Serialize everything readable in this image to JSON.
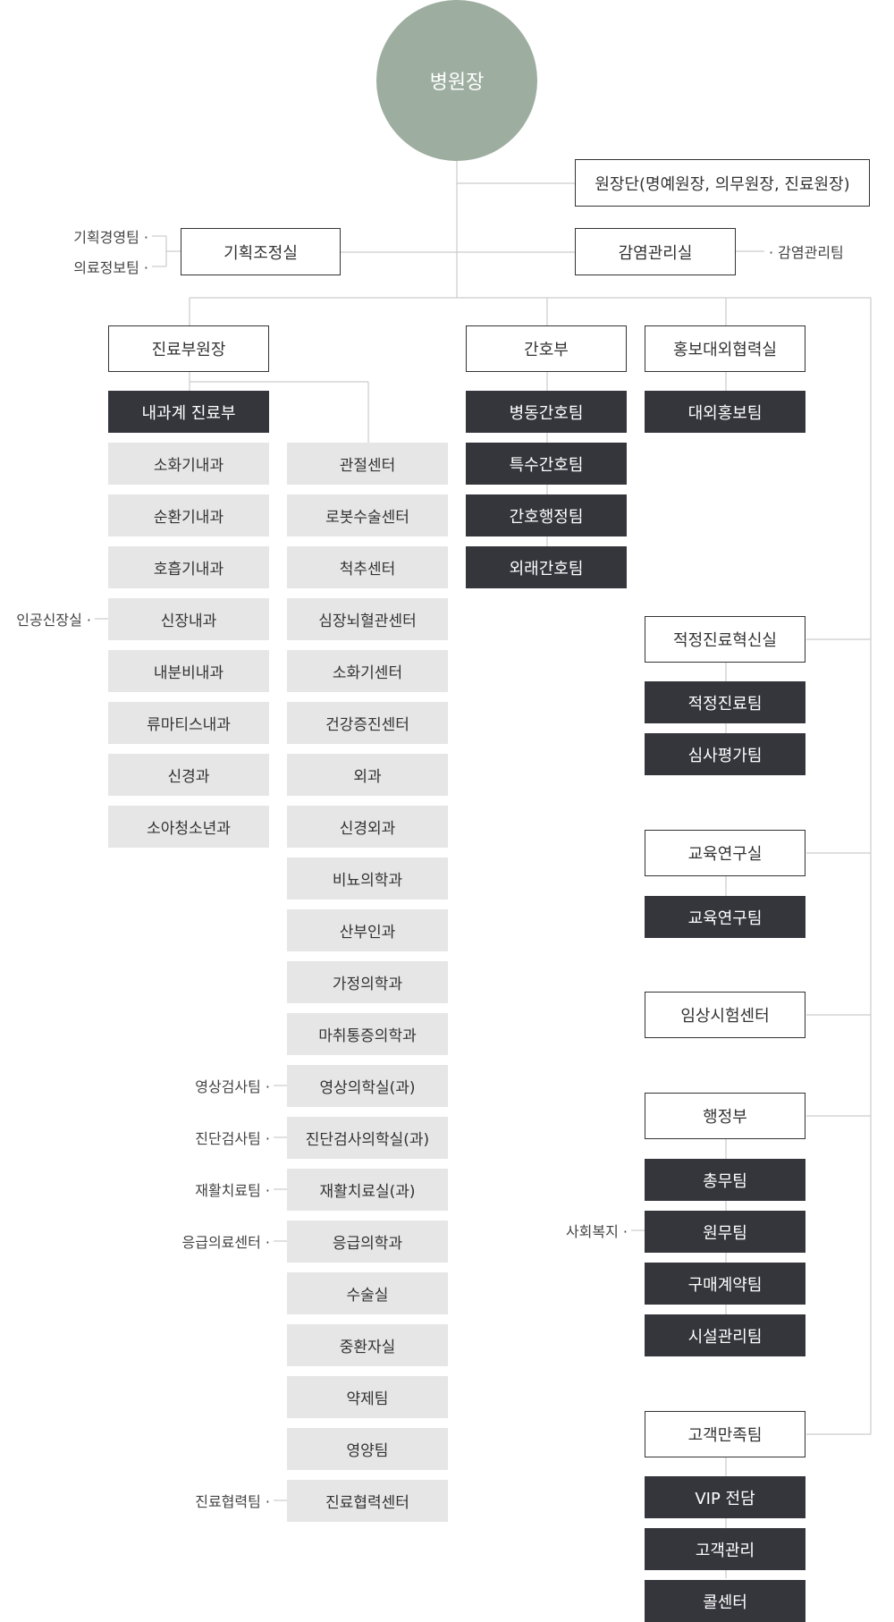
{
  "root": "병원장",
  "director_group": "원장단(명예원장, 의무원장, 진료원장)",
  "planning": {
    "title": "기획조정실",
    "side": [
      "기획경영팀 ·",
      "의료정보팀 ·"
    ]
  },
  "infection": {
    "title": "감염관리실",
    "side": "· 감염관리팀"
  },
  "medical_vp": "진료부원장",
  "internal_dept": "내과계 진료부",
  "internal_items": [
    "소화기내과",
    "순환기내과",
    "호흡기내과",
    "신장내과",
    "내분비내과",
    "류마티스내과",
    "신경과",
    "소아청소년과"
  ],
  "internal_side": "인공신장실 ·",
  "centers": [
    "관절센터",
    "로봇수술센터",
    "척추센터",
    "심장뇌혈관센터",
    "소화기센터",
    "건강증진센터",
    "외과",
    "신경외과",
    "비뇨의학과",
    "산부인과",
    "가정의학과",
    "마취통증의학과",
    "영상의학실(과)",
    "진단검사의학실(과)",
    "재활치료실(과)",
    "응급의학과",
    "수술실",
    "중환자실",
    "약제팀",
    "영양팀",
    "진료협력센터"
  ],
  "center_sides": [
    "영상검사팀 ·",
    "진단검사팀 ·",
    "재활치료팀 ·",
    "응급의료센터 ·",
    "진료협력팀 ·"
  ],
  "nursing": {
    "title": "간호부",
    "teams": [
      "병동간호팀",
      "특수간호팀",
      "간호행정팀",
      "외래간호팀"
    ]
  },
  "pr": {
    "title": "홍보대외협력실",
    "teams": [
      "대외홍보팀"
    ]
  },
  "proper_care": {
    "title": "적정진료혁신실",
    "teams": [
      "적정진료팀",
      "심사평가팀"
    ]
  },
  "education": {
    "title": "교육연구실",
    "teams": [
      "교육연구팀"
    ]
  },
  "clinical_trial": {
    "title": "임상시험센터"
  },
  "admin": {
    "title": "행정부",
    "teams": [
      "총무팀",
      "원무팀",
      "구매계약팀",
      "시설관리팀"
    ],
    "side": "사회복지 ·"
  },
  "customer": {
    "title": "고객만족팀",
    "teams": [
      "VIP 전담",
      "고객관리",
      "콜센터"
    ]
  },
  "colors": {
    "root": "#9dada0",
    "dark": "#35363c",
    "light": "#e6e6e6",
    "line": "#cccccc"
  }
}
